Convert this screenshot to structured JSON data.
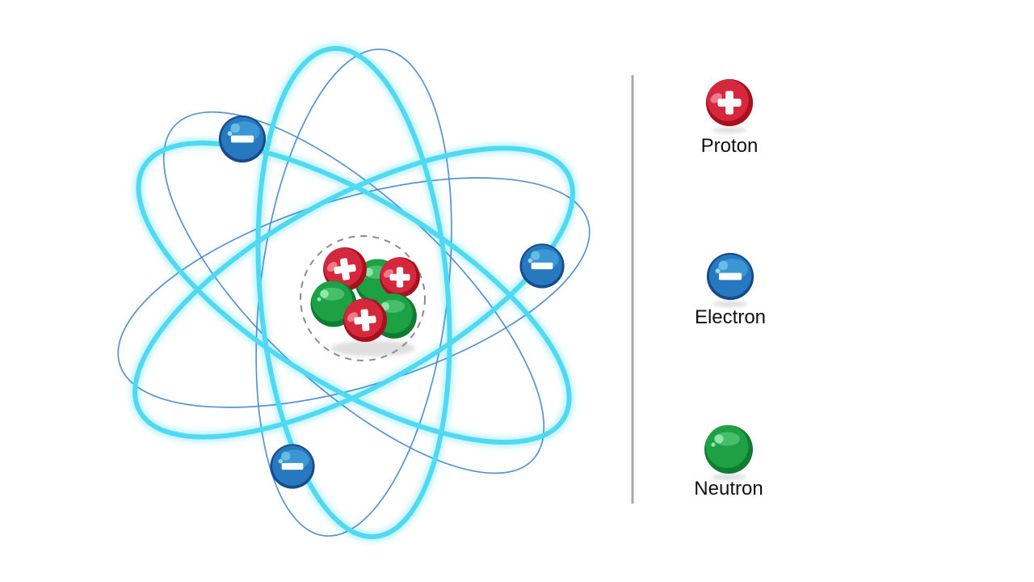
{
  "colors": {
    "background": "#ffffff",
    "orbit_cyan": "#4fd9f2",
    "orbit_glow": "#c6f4fb",
    "orbit_thin_blue": "#4187d3",
    "proton_red": "#d6283c",
    "proton_dark": "#a8101f",
    "proton_light": "#ef7b8a",
    "neutron_green": "#1ea144",
    "neutron_dark": "#0e7d30",
    "neutron_light": "#55c878",
    "electron_blue": "#2678bf",
    "electron_dark": "#174a8c",
    "divider_gray": "#a8a8a8",
    "nucleus_ring_gray": "#8c8c8c",
    "label_text": "#111111"
  },
  "diagram": {
    "orbit_count": 3,
    "protons_in_nucleus": 3,
    "neutrons_in_nucleus": 3,
    "electrons_on_orbits": 3,
    "proton_symbol": "+",
    "electron_symbol": "−",
    "neutron_symbol": ""
  },
  "legend": {
    "items": [
      {
        "id": "proton",
        "label": "Proton",
        "color": "#d6283c",
        "symbol": "+"
      },
      {
        "id": "electron",
        "label": "Electron",
        "color": "#2678bf",
        "symbol": "−"
      },
      {
        "id": "neutron",
        "label": "Neutron",
        "color": "#1ea144",
        "symbol": ""
      }
    ]
  }
}
